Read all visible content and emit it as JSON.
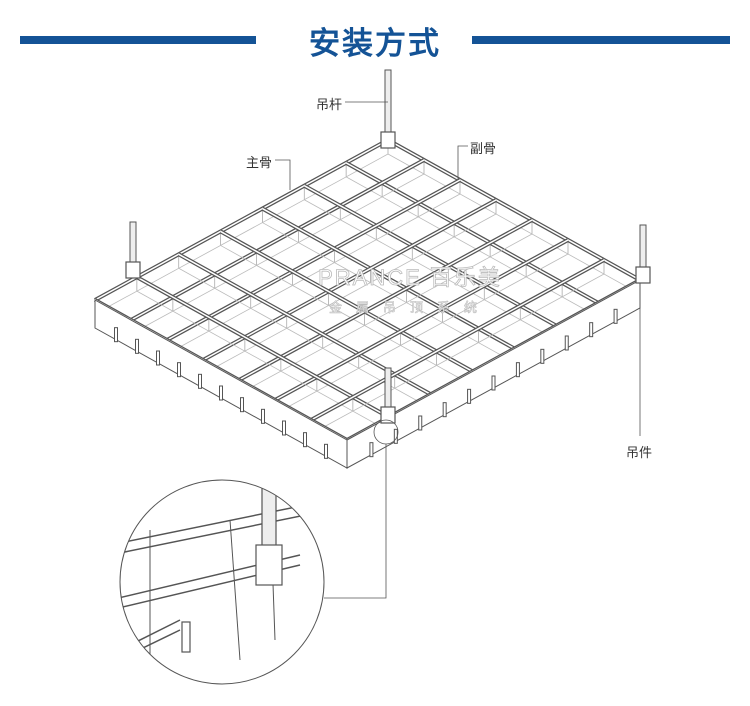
{
  "header": {
    "title": "安装方式",
    "accent_color": "#145396"
  },
  "labels": {
    "hanger_rod": "吊杆",
    "main_runner": "主骨",
    "cross_runner": "副骨",
    "hanger_clip": "吊件"
  },
  "watermark": {
    "logo_text": "PRANCE 百乐美",
    "sub_text": "金属吊顶系统"
  },
  "diagram": {
    "grid_cells_per_side": 7,
    "line_color": "#555555"
  }
}
